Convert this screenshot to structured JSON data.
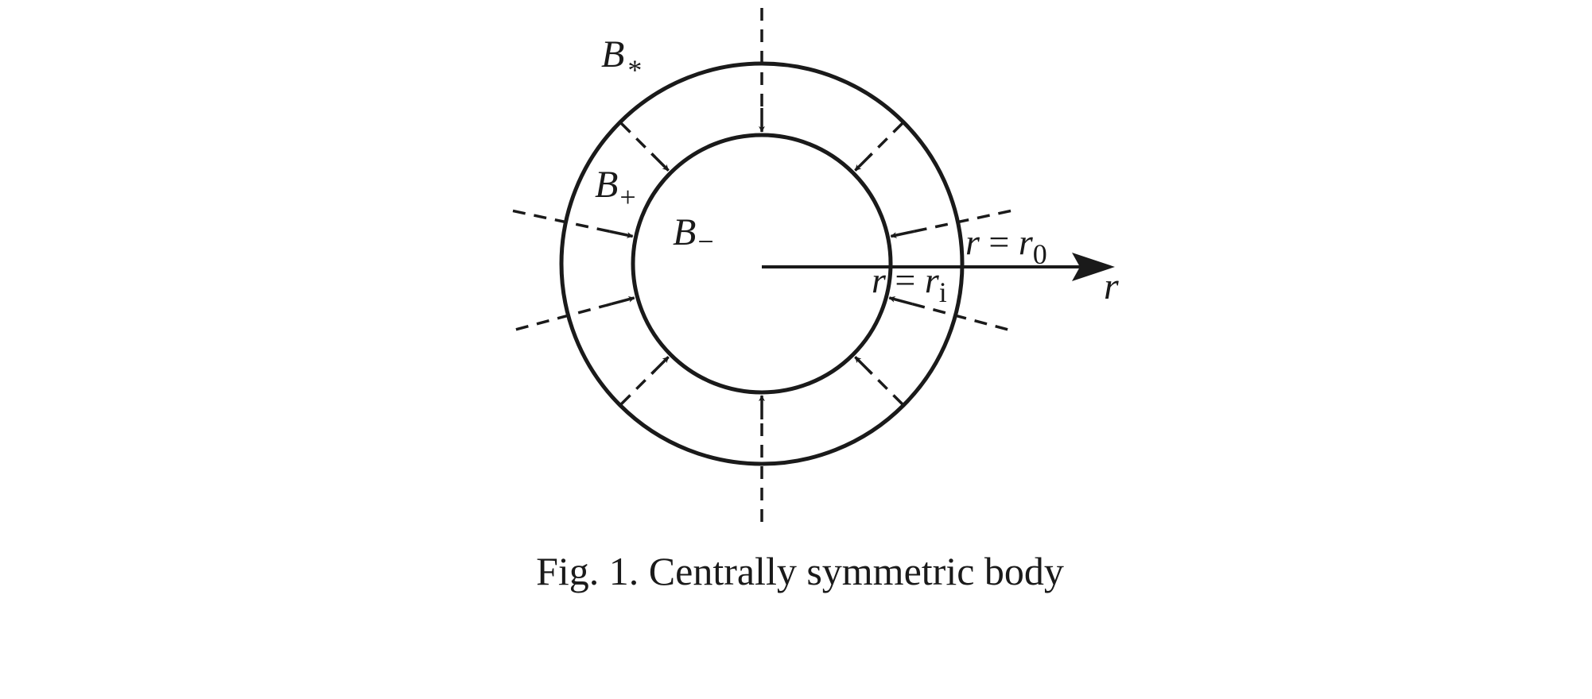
{
  "labels": {
    "outer_region": {
      "symbol": "B",
      "subscript": "*"
    },
    "middle_region": {
      "symbol": "B",
      "subscript": "+"
    },
    "inner_region": {
      "symbol": "B",
      "subscript": "−"
    },
    "outer_radius": {
      "var": "r",
      "eq": " = ",
      "rhs": "r",
      "subscript": "0"
    },
    "inner_radius": {
      "var": "r",
      "eq": " = ",
      "rhs": "r",
      "subscript": "i"
    },
    "axis": "r"
  },
  "caption": "Fig. 1. Centrally symmetric body",
  "colors": {
    "stroke": "#1a1a1a",
    "background": "#ffffff"
  }
}
